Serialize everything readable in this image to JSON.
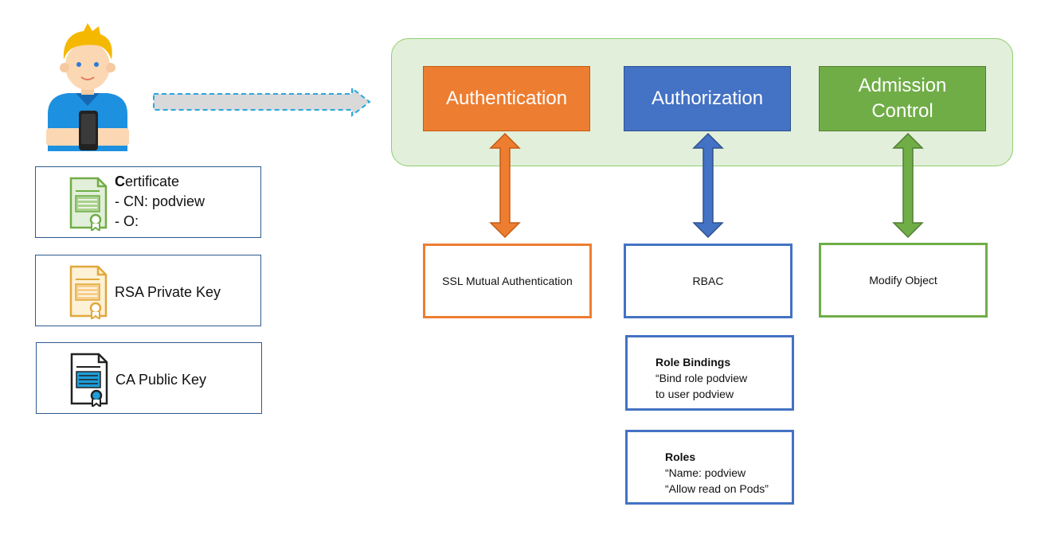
{
  "user": {
    "icon": "user-with-phone-icon"
  },
  "credentials": [
    {
      "icon": "certificate-icon",
      "color": "#70ad47",
      "lead": "C",
      "rest": "ertificate",
      "lines": [
        "- CN: podview",
        "- O:"
      ]
    },
    {
      "icon": "private-key-certificate-icon",
      "color": "#e0a83a",
      "label": "RSA Private Key"
    },
    {
      "icon": "public-key-certificate-icon",
      "color": "#1f9ed9",
      "label": "CA Public Key"
    }
  ],
  "stages": [
    {
      "label": "Authentication",
      "color": "#ed7d31",
      "border": "#c55a11"
    },
    {
      "label": "Authorization",
      "color": "#4472c4",
      "border": "#2f528f"
    },
    {
      "label": "Admission Control",
      "color": "#70ad47",
      "border": "#507e32"
    }
  ],
  "modules": [
    {
      "label": "SSL Mutual Authentication",
      "color": "#ed7d31"
    },
    {
      "label": "RBAC",
      "color": "#4472c4"
    },
    {
      "label": "Modify Object",
      "color": "#70ad47"
    }
  ],
  "rbac_objects": {
    "role_bindings": {
      "title": "Role Bindings",
      "lines": [
        "“Bind role podview",
        "to user podview"
      ]
    },
    "roles": {
      "title": "Roles",
      "lines": [
        "“Name: podview",
        "“Allow read on Pods”"
      ]
    }
  },
  "colors": {
    "group_fill": "#e2efda",
    "group_border": "#8fcf6f",
    "request_arrow_fill": "#d9d9d9",
    "request_arrow_border": "#2aa7df"
  }
}
